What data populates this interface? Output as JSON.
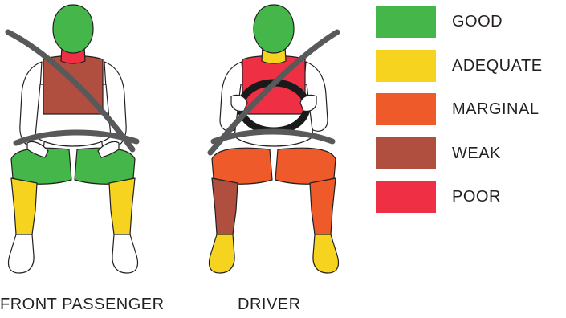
{
  "colors": {
    "good": "#45b649",
    "adequate": "#f5d31e",
    "marginal": "#ee5a2a",
    "weak": "#b04e40",
    "poor": "#ef2f43",
    "outline": "#231f20",
    "belt": "#58595b",
    "skin": "#ffffff"
  },
  "legend": [
    {
      "key": "good",
      "label": "GOOD"
    },
    {
      "key": "adequate",
      "label": "ADEQUATE"
    },
    {
      "key": "marginal",
      "label": "MARGINAL"
    },
    {
      "key": "weak",
      "label": "WEAK"
    },
    {
      "key": "poor",
      "label": "POOR"
    }
  ],
  "captions": {
    "passenger": "FRONT PASSENGER",
    "driver": "DRIVER"
  },
  "figures": {
    "passenger": {
      "head_neck": "good",
      "neck": "poor",
      "chest": "weak",
      "hip_thigh_left": "good",
      "hip_thigh_right": "good",
      "leg_left": "adequate",
      "leg_right": "adequate",
      "foot_left": "white",
      "foot_right": "white"
    },
    "driver": {
      "head_neck": "good",
      "neck": "adequate",
      "chest": "poor",
      "hip_thigh_left": "marginal",
      "hip_thigh_right": "marginal",
      "leg_left": "weak",
      "leg_right": "marginal",
      "foot_left": "adequate",
      "foot_right": "adequate"
    }
  }
}
